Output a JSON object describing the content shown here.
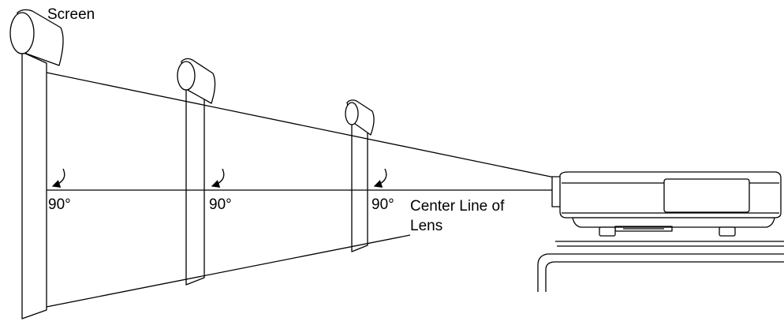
{
  "labels": {
    "screen": "Screen",
    "center_line_1": "Center Line of",
    "center_line_2": "Lens"
  },
  "angles": [
    "90°",
    "90°",
    "90°"
  ],
  "colors": {
    "line": "#000000",
    "background": "#ffffff"
  }
}
